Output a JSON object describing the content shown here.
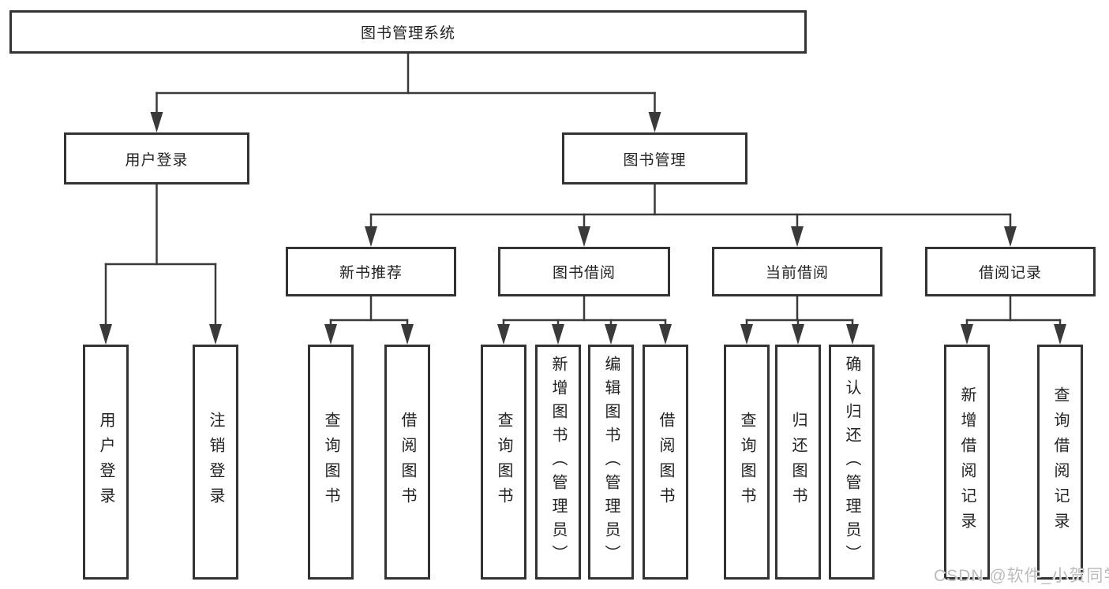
{
  "diagram": {
    "tree": {
      "label": "图书管理系统",
      "children": [
        {
          "label": "用户登录",
          "children": [
            {
              "label": "用户登录"
            },
            {
              "label": "注销登录"
            }
          ]
        },
        {
          "label": "图书管理",
          "children": [
            {
              "label": "新书推荐",
              "children": [
                {
                  "label": "查询图书"
                },
                {
                  "label": "借阅图书"
                }
              ]
            },
            {
              "label": "图书借阅",
              "children": [
                {
                  "label": "查询图书"
                },
                {
                  "label": "新增图书（管理员）"
                },
                {
                  "label": "编辑图书（管理员）"
                },
                {
                  "label": "借阅图书"
                }
              ]
            },
            {
              "label": "当前借阅",
              "children": [
                {
                  "label": "查询图书"
                },
                {
                  "label": "归还图书"
                },
                {
                  "label": "确认归还（管理员）"
                }
              ]
            },
            {
              "label": "借阅记录",
              "children": [
                {
                  "label": "新增借阅记录"
                },
                {
                  "label": "查询借阅记录"
                }
              ]
            }
          ]
        }
      ]
    }
  },
  "watermark": {
    "text": "CSDN @软件_小贺同学"
  },
  "colors": {
    "border": "#333333",
    "line": "#3a3a3a",
    "text": "#222222",
    "watermark": "#bcbcbc",
    "background": "#ffffff"
  }
}
